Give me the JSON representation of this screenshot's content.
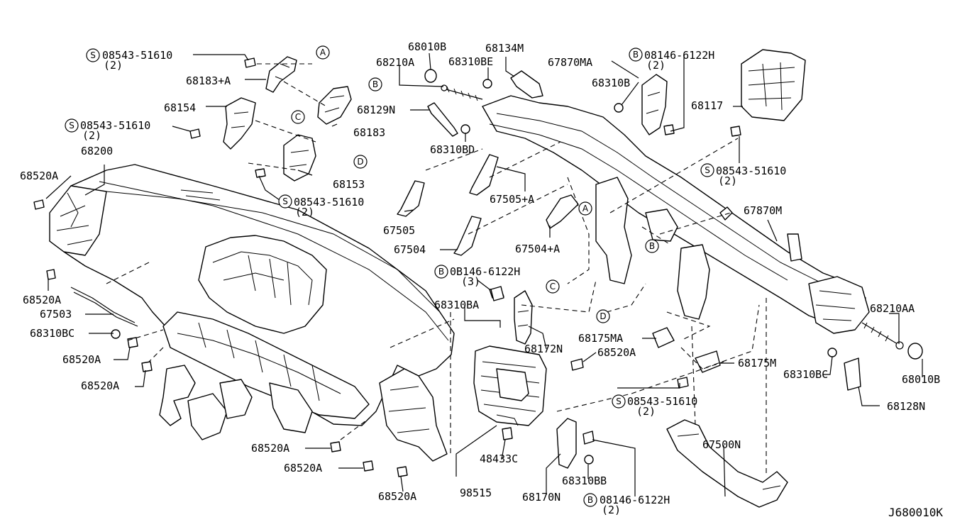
{
  "diagram_code": "J680010K",
  "refs": {
    "s": "S",
    "b": "B",
    "a": "A",
    "bb": "B",
    "c": "C",
    "d": "D"
  },
  "labels": {
    "s1": "08543-51610",
    "s1q": "(2)",
    "p68183a": "68183+A",
    "p68154": "68154",
    "s2": "08543-51610",
    "s2q": "(2)",
    "p68183": "68183",
    "p68200": "68200",
    "p68520a_1": "68520A",
    "p68153": "68153",
    "s3": "08543-51610",
    "s3q": "(2)",
    "p68010b_top": "68010B",
    "p68210a": "68210A",
    "p68310be": "68310BE",
    "p68134m": "68134M",
    "p67870ma": "67870MA",
    "b1": "08146-6122H",
    "b1q": "(2)",
    "p68310b": "68310B",
    "p68117": "68117",
    "p68129n": "68129N",
    "p68310bd": "68310BD",
    "s4": "08543-51610",
    "s4q": "(2)",
    "p67505a": "67505+A",
    "p67505": "67505",
    "p67870m": "67870M",
    "p67504": "67504",
    "p67504a": "67504+A",
    "b2": "0B146-6122H",
    "b2q": "(3)",
    "p68520a_2": "68520A",
    "p67503": "67503",
    "p68310bc_l": "68310BC",
    "p68310ba": "68310BA",
    "p68520a_3": "68520A",
    "p68172n": "68172N",
    "p68175ma": "68175MA",
    "p68520a_4": "68520A",
    "p68210aa": "68210AA",
    "p68520a_5": "68520A",
    "p68175m": "68175M",
    "p68310bc_r": "68310BC",
    "p68010b_r": "68010B",
    "s5": "08543-51610",
    "s5q": "(2)",
    "p68128n": "68128N",
    "p67500n": "67500N",
    "p68520a_6": "68520A",
    "p48433c": "48433C",
    "p68520a_7": "68520A",
    "p68310bb": "68310BB",
    "p98515": "98515",
    "p68520a_8": "68520A",
    "p68170n": "68170N",
    "b3": "08146-6122H",
    "b3q": "(2)"
  }
}
